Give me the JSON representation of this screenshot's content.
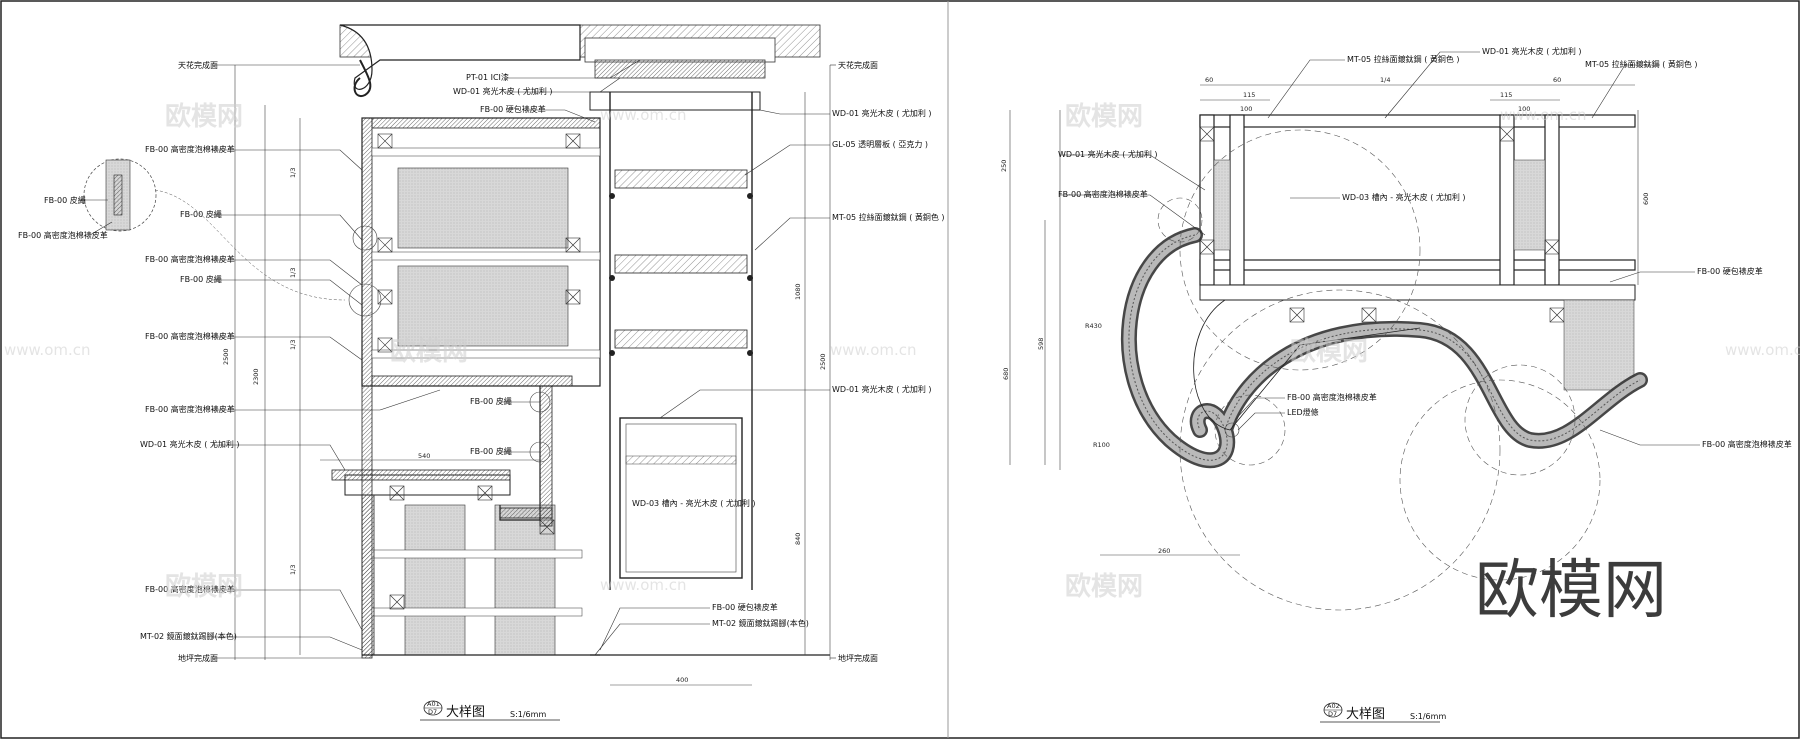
{
  "left_sheet": {
    "labels": {
      "ceiling": "天花完成面",
      "ceiling_r": "天花完成面",
      "floor": "地坪完成面",
      "floor_r": "地坪完成面",
      "pt01": "PT-01 ICI漆",
      "wd01_a": "WD-01 亮光木皮 ( 尤加利 )",
      "fb00_hard_a": "FB-00 硬包裱皮革",
      "wd01_b": "WD-01 亮光木皮 ( 尤加利 )",
      "gl05": "GL-05 透明層板 ( 亞克力 )",
      "mt05": "MT-05 拉絲面鍍鈦鋼 ( 黃銅色 )",
      "fb00_foam_a": "FB-00 高密度泡棉裱皮革",
      "fb00_leather_a": "FB-00 皮繩",
      "fb00_foam_b": "FB-00 高密度泡棉裱皮革",
      "fb00_leather_b": "FB-00 皮繩",
      "fb00_foam_c": "FB-00 高密度泡棉裱皮革",
      "fb00_foam_d": "FB-00 高密度泡棉裱皮革",
      "fb00_leather_c": "FB-00 皮繩",
      "fb00_leather_d": "FB-00 皮繩",
      "wd01_c": "WD-01 亮光木皮 ( 尤加利 )",
      "wd01_d": "WD-01 亮光木皮 ( 尤加利 )",
      "wd03": "WD-03 槽內 - 亮光木皮 ( 尤加利 )",
      "fb00_foam_e": "FB-00 高密度泡棉裱皮革",
      "mt02_a": "MT-02 鏡面鍍鈦踢腳(本色)",
      "fb00_hard_b": "FB-00 硬包裱皮革",
      "mt02_b": "MT-02 鏡面鍍鈦踢腳(本色)",
      "detail_leather": "FB-00 皮繩",
      "detail_foam": "FB-00 高密度泡棉裱皮革"
    },
    "dims": [
      "2500",
      "2300",
      "1080",
      "2500",
      "840",
      "400",
      "540",
      "1/3",
      "1/3",
      "1/3",
      "1/3"
    ],
    "title": {
      "code_top": "A01",
      "code_bottom": "D7",
      "name": "大样图",
      "scale": "S:1/6mm"
    }
  },
  "right_sheet": {
    "labels": {
      "mt05_a": "MT-05 拉絲面鍍鈦鋼 ( 黃銅色 )",
      "wd01_a": "WD-01 亮光木皮 ( 尤加利 )",
      "mt05_b": "MT-05 拉絲面鍍鈦鋼 ( 黃銅色 )",
      "wd01_b": "WD-01 亮光木皮 ( 尤加利 )",
      "fb00_foam_a": "FB-00 高密度泡棉裱皮革",
      "wd03": "WD-03 槽內 - 亮光木皮 ( 尤加利 )",
      "fb00_hard": "FB-00 硬包裱皮革",
      "fb00_foam_b": "FB-00 高密度泡棉裱皮革",
      "led": "LED燈條",
      "fb00_foam_c": "FB-00 高密度泡棉裱皮革"
    },
    "dims": [
      "60",
      "115",
      "100",
      "1/4",
      "60",
      "115",
      "100",
      "250",
      "600",
      "680",
      "598",
      "R430",
      "R100",
      "260"
    ],
    "title": {
      "code_top": "A02",
      "code_bottom": "D7",
      "name": "大样图",
      "scale": "S:1/6mm"
    }
  },
  "watermark": {
    "text": "欧模网",
    "url": "www.om.cn",
    "brand": "欧模网"
  }
}
